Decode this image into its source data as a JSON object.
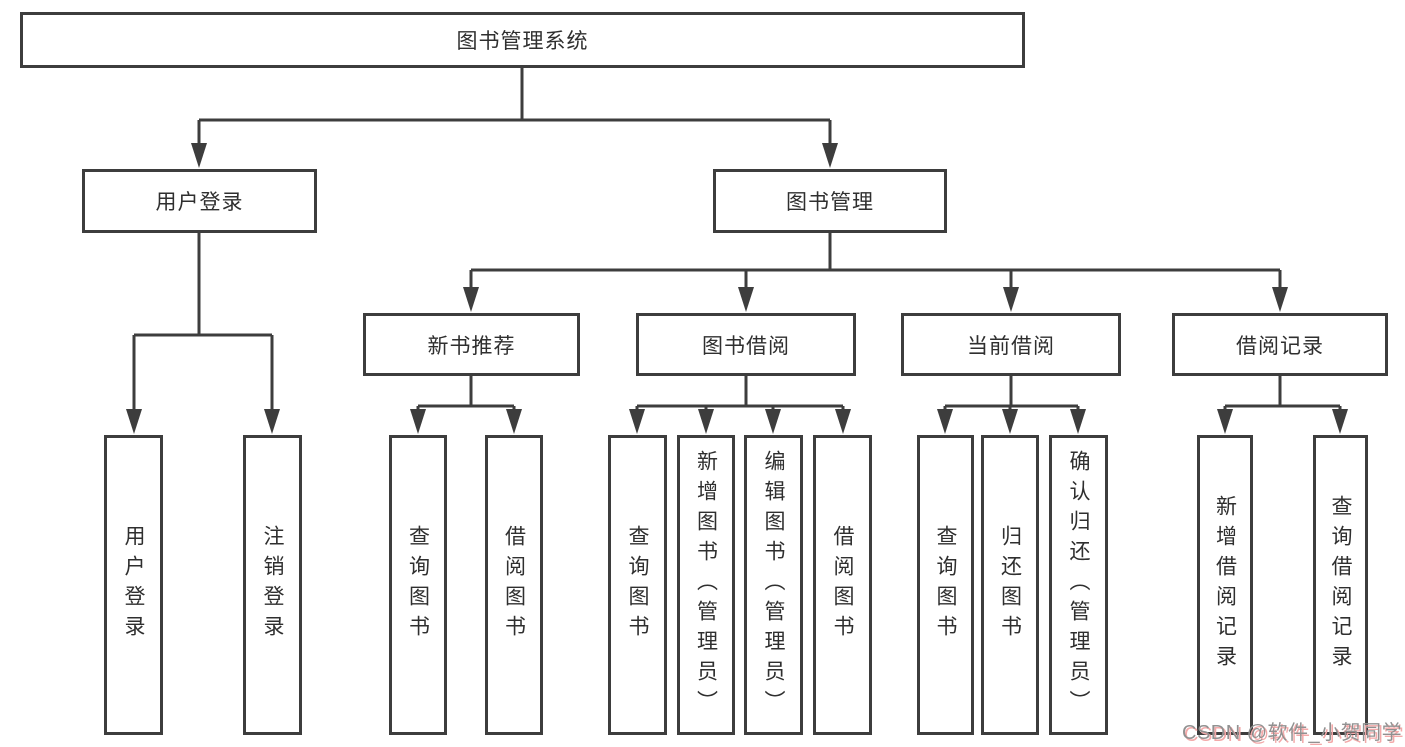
{
  "diagram": {
    "tree": {
      "label": "图书管理系统",
      "children": [
        {
          "label": "用户登录",
          "children": [
            {
              "label": "用户登录"
            },
            {
              "label": "注销登录"
            }
          ]
        },
        {
          "label": "图书管理",
          "children": [
            {
              "label": "新书推荐",
              "children": [
                {
                  "label": "查询图书"
                },
                {
                  "label": "借阅图书"
                }
              ]
            },
            {
              "label": "图书借阅",
              "children": [
                {
                  "label": "查询图书"
                },
                {
                  "label": "新增图书（管理员）"
                },
                {
                  "label": "编辑图书（管理员）"
                },
                {
                  "label": "借阅图书"
                }
              ]
            },
            {
              "label": "当前借阅",
              "children": [
                {
                  "label": "查询图书"
                },
                {
                  "label": "归还图书"
                },
                {
                  "label": "确认归还（管理员）"
                }
              ]
            },
            {
              "label": "借阅记录",
              "children": [
                {
                  "label": "新增借阅记录"
                },
                {
                  "label": "查询借阅记录"
                }
              ]
            }
          ]
        }
      ]
    },
    "colors": {
      "line": "#3d3d3d",
      "text": "#2f2f2f",
      "background": "#ffffff"
    }
  },
  "watermark": {
    "text": "CSDN @软件_小贺同学",
    "text_color": "#919191",
    "shadow_color": "#f3a9a9"
  }
}
